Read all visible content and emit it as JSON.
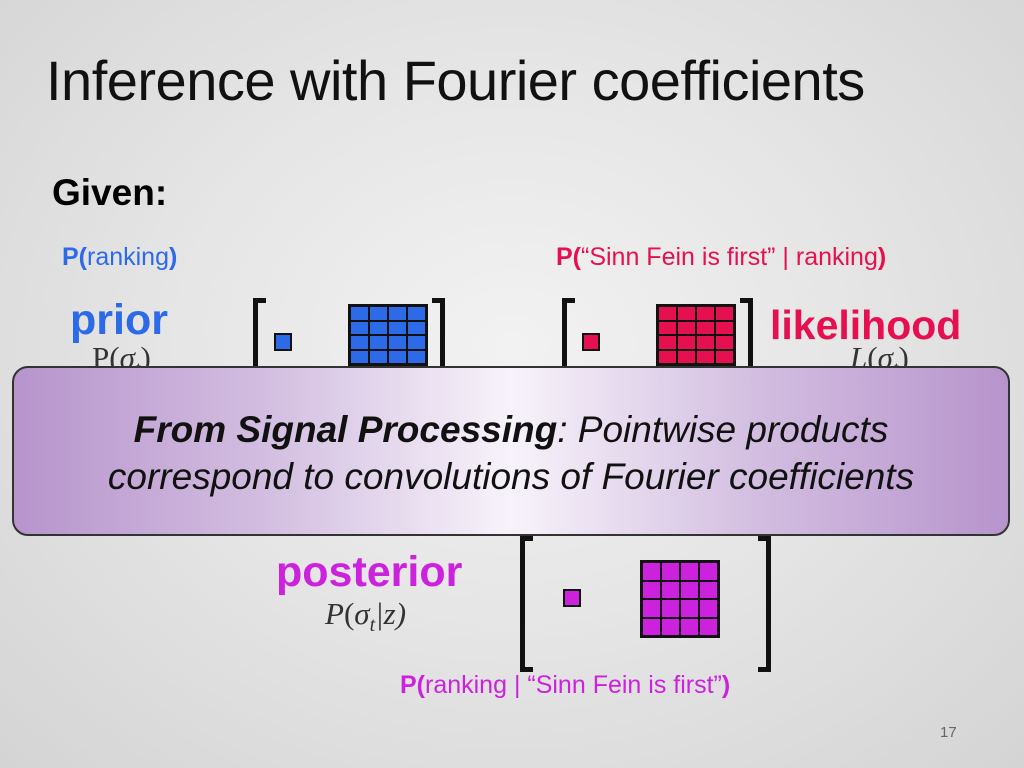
{
  "slide": {
    "title": "Inference with Fourier coefficients",
    "given": "Given:",
    "page_number": "17"
  },
  "prior": {
    "p_open": "P(",
    "p_arg": "ranking",
    "p_close": ")",
    "word": "prior",
    "math_func": "P",
    "math_open": "(",
    "math_var": "σ",
    "math_sub": "t",
    "math_close": ")",
    "color": "#2d6ae8"
  },
  "likelihood": {
    "p_open": "P(",
    "p_arg": "“Sinn Fein is first” | ranking",
    "p_close": ")",
    "word": "likelihood",
    "math_func": "L",
    "math_open": "(",
    "math_var": "σ",
    "math_sub": "t",
    "math_close": ")",
    "color": "#e5104f"
  },
  "posterior": {
    "word": "posterior",
    "math_func": "P",
    "math_open": "(",
    "math_var": "σ",
    "math_sub": "t",
    "math_rest": "|z)",
    "p_open": "P(",
    "p_arg": "ranking | “Sinn Fein is first”",
    "p_close": ")",
    "color": "#cc22dd"
  },
  "callout": {
    "bold_text": "From Signal Processing",
    "rest_line1": ": Pointwise products",
    "line2": "correspond to convolutions of Fourier coefficients"
  }
}
